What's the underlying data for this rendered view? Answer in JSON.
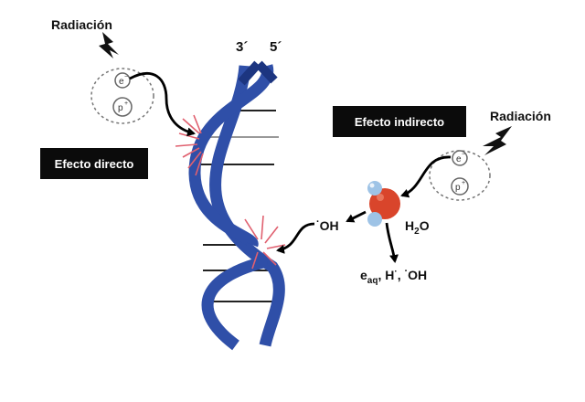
{
  "labels": {
    "radiation_left": "Radiación",
    "radiation_right": "Radiación",
    "direct_effect": "Efecto directo",
    "indirect_effect": "Efecto indirecto",
    "strand_3": "3´",
    "strand_5": "5´",
    "hydroxyl_main": "OH",
    "hydroxyl_dot": "·",
    "water_h": "H",
    "water_sub": "2",
    "water_o": "O",
    "products_e": "e",
    "products_e_sub": "aq",
    "products_sep": ", H",
    "products_h_sup": "·",
    "products_comma": ", ",
    "products_oh_dot": "·",
    "products_oh": "OH",
    "electron_symbol": "e",
    "electron_charge": "−",
    "proton_symbol": "p",
    "proton_charge": "+"
  },
  "colors": {
    "dna_strand": "#2f4fa8",
    "dna_strand_dark": "#1c3580",
    "damage_spark": "#e0606f",
    "oxygen": "#d9452b",
    "hydrogen": "#9ec3e6",
    "label_box": "#0b0b0b"
  }
}
